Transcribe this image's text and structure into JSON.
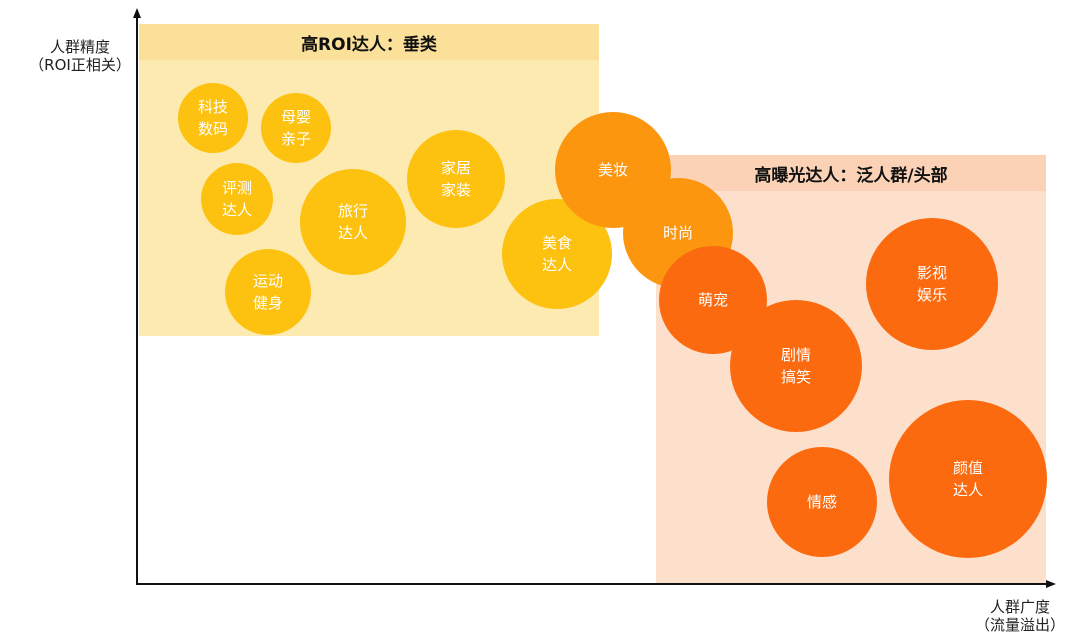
{
  "y_axis": {
    "line1": "人群精度",
    "line2": "（ROI正相关）"
  },
  "x_axis": {
    "line1": "人群广度",
    "line2": "（流量溢出）"
  },
  "zones": {
    "roi": {
      "title": "高ROI达人：垂类",
      "fill": "#fdeab0",
      "header_fill": "#fbe09a"
    },
    "exposure": {
      "title": "高曝光达人：泛人群/头部",
      "fill": "#fde0cc",
      "header_fill": "#fbd2b6"
    }
  },
  "colors": {
    "yellow": "#fdc10f",
    "orange": "#fd960f",
    "red": "#fb6a0f",
    "axis": "#111111"
  },
  "bubbles": [
    {
      "key": "tech",
      "lines": [
        "科技",
        "数码"
      ],
      "color": "yellow"
    },
    {
      "key": "mother",
      "lines": [
        "母婴",
        "亲子"
      ],
      "color": "yellow"
    },
    {
      "key": "review",
      "lines": [
        "评测",
        "达人"
      ],
      "color": "yellow"
    },
    {
      "key": "travel",
      "lines": [
        "旅行",
        "达人"
      ],
      "color": "yellow"
    },
    {
      "key": "home",
      "lines": [
        "家居",
        "家装"
      ],
      "color": "yellow"
    },
    {
      "key": "sport",
      "lines": [
        "运动",
        "健身"
      ],
      "color": "yellow"
    },
    {
      "key": "food",
      "lines": [
        "美食",
        "达人"
      ],
      "color": "yellow"
    },
    {
      "key": "beauty",
      "lines": [
        "美妆"
      ],
      "color": "orange"
    },
    {
      "key": "fashion",
      "lines": [
        "时尚"
      ],
      "color": "orange"
    },
    {
      "key": "pets",
      "lines": [
        "萌宠"
      ],
      "color": "red"
    },
    {
      "key": "drama",
      "lines": [
        "剧情",
        "搞笑"
      ],
      "color": "red"
    },
    {
      "key": "film",
      "lines": [
        "影视",
        "娱乐"
      ],
      "color": "red"
    },
    {
      "key": "emotion",
      "lines": [
        "情感"
      ],
      "color": "red"
    },
    {
      "key": "looks",
      "lines": [
        "颜值",
        "达人"
      ],
      "color": "red"
    }
  ]
}
